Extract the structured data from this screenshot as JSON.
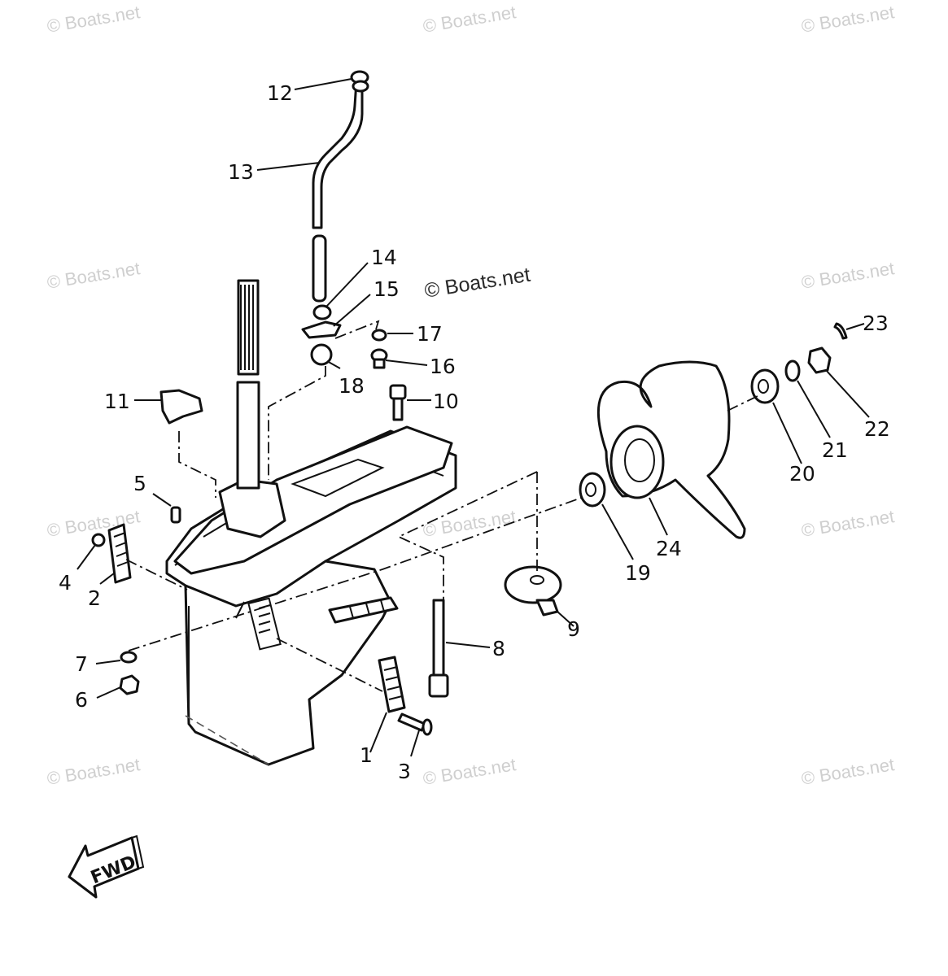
{
  "watermark_text": "© Boats.net",
  "center_watermark": "© Boats.net",
  "fwd_label": "FWD",
  "callouts": {
    "c1": "1",
    "c2": "2",
    "c3": "3",
    "c4": "4",
    "c5": "5",
    "c6": "6",
    "c7": "7",
    "c8": "8",
    "c9": "9",
    "c10": "10",
    "c11": "11",
    "c12": "12",
    "c13": "13",
    "c14": "14",
    "c15": "15",
    "c16": "16",
    "c17": "17",
    "c18": "18",
    "c19": "19",
    "c20": "20",
    "c21": "21",
    "c22": "22",
    "c23": "23",
    "c24": "24"
  }
}
